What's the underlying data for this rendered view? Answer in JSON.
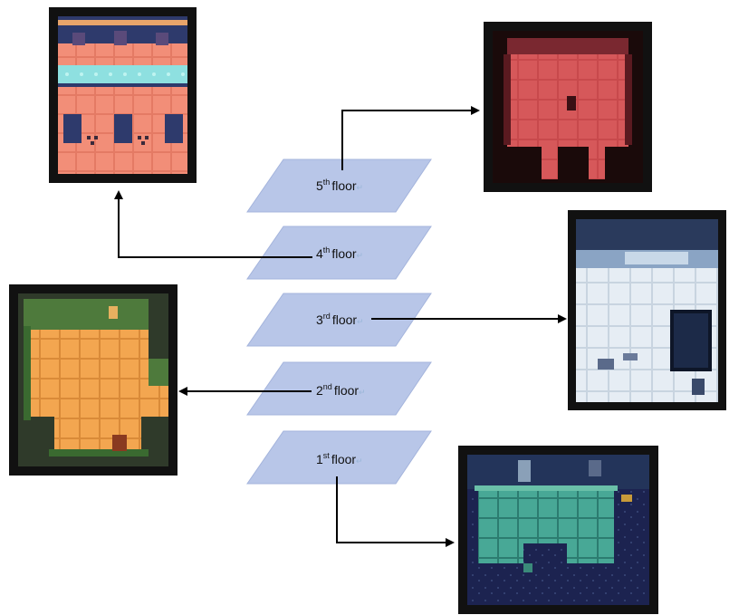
{
  "floors": [
    {
      "num": "5",
      "suffix": "th",
      "word": "floor",
      "theme": "red room"
    },
    {
      "num": "4",
      "suffix": "th",
      "word": "floor",
      "theme": "salmon room with water strip"
    },
    {
      "num": "3",
      "suffix": "rd",
      "word": "floor",
      "theme": "ice room"
    },
    {
      "num": "2",
      "suffix": "nd",
      "word": "floor",
      "theme": "orange room with green walls"
    },
    {
      "num": "1",
      "suffix": "st",
      "word": "floor",
      "theme": "dark teal dungeon"
    }
  ],
  "return_mark": "↵",
  "colors": {
    "plane_fill": "#b8c6e8",
    "plane_stroke": "#a4b4dc",
    "arrow": "#000000",
    "frame": "#111111",
    "floor5": "#c8494c",
    "floor4": "#f08a74",
    "floor3": "#dfe8f0",
    "floor2": "#f0a044",
    "floor1": "#3a9a8a"
  }
}
